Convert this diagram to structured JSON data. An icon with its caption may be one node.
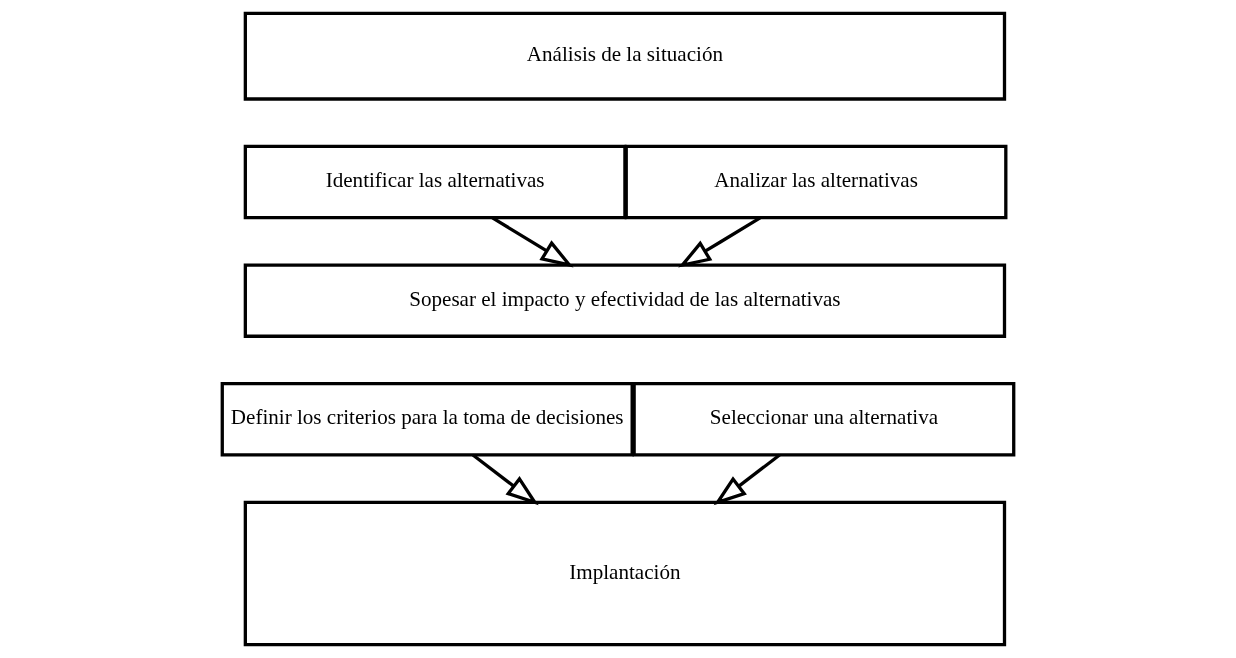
{
  "diagram": {
    "nodes": [
      {
        "text": [
          "Análisis de la situación"
        ]
      },
      {
        "text": [
          "Identificar las alternativas"
        ]
      },
      {
        "text": [
          "Analizar las alternativas"
        ]
      },
      {
        "text": [
          "Sopesar el impacto y efectividad de las alternativas"
        ]
      },
      {
        "text": [
          "Definir los criterios para la toma de decisiones"
        ]
      },
      {
        "text": [
          "Seleccionar una alternativa"
        ]
      },
      {
        "text": [
          "Implantación"
        ]
      }
    ],
    "edges": [
      {
        "from": 1,
        "to": 3,
        "arrow": "to"
      },
      {
        "from": 2,
        "to": 3,
        "arrow": "to"
      },
      {
        "from": 4,
        "to": 6,
        "arrow": "to"
      },
      {
        "from": 5,
        "to": 6,
        "arrow": "to"
      }
    ]
  }
}
